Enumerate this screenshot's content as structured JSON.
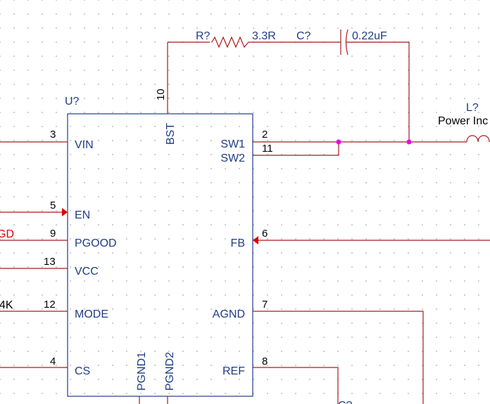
{
  "component": {
    "ref": "U?",
    "pins_left": [
      {
        "num": "3",
        "name": "VIN"
      },
      {
        "num": "5",
        "name": "EN"
      },
      {
        "num": "9",
        "name": "PGOOD"
      },
      {
        "num": "13",
        "name": "VCC"
      },
      {
        "num": "12",
        "name": "MODE"
      },
      {
        "num": "4",
        "name": "CS"
      }
    ],
    "pins_right": [
      {
        "num": "2",
        "name": "SW1"
      },
      {
        "num": "11",
        "name": "SW2"
      },
      {
        "num": "6",
        "name": "FB"
      },
      {
        "num": "7",
        "name": "AGND"
      },
      {
        "num": "8",
        "name": "REF"
      }
    ],
    "pins_top": [
      {
        "num": "10",
        "name": "BST"
      }
    ],
    "pins_bottom": [
      {
        "name": "PGND1"
      },
      {
        "name": "PGND2"
      }
    ]
  },
  "resistor": {
    "ref": "R?",
    "value": "3.3R"
  },
  "capacitor": {
    "ref": "C?",
    "value": "0.22uF"
  },
  "inductor": {
    "ref": "L?",
    "value": "Power Inc"
  },
  "cut_labels": {
    "pgood_net": "GD",
    "mode_net": "4K",
    "bottom_part": "C?"
  },
  "colors": {
    "wire": "#a81c1c",
    "body": "#1f3c88",
    "junction": "#ee00ee",
    "net_label": "#e00000"
  }
}
